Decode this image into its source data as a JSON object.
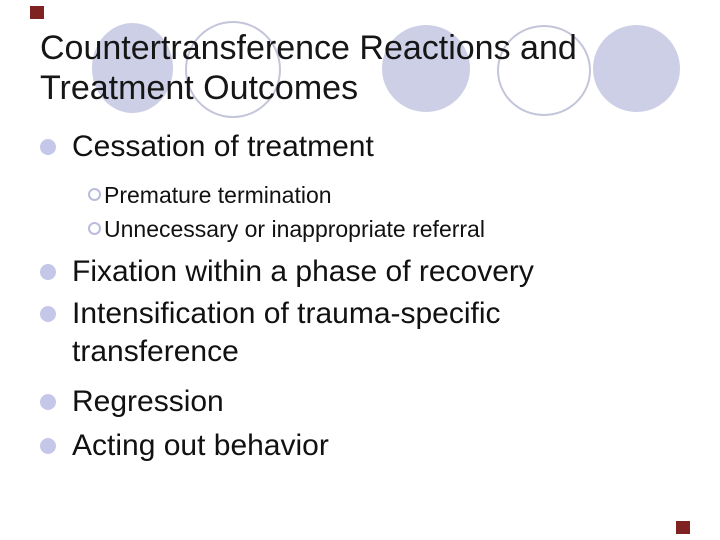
{
  "slide": {
    "title": {
      "line1": "Countertransference Reactions and",
      "line2": "Treatment Outcomes"
    },
    "bullets": [
      {
        "level": 1,
        "text": "Cessation of treatment"
      },
      {
        "level": 2,
        "text": "Premature termination"
      },
      {
        "level": 2,
        "text": "Unnecessary or inappropriate referral"
      },
      {
        "level": 1,
        "text": "Fixation within a phase of recovery"
      },
      {
        "level": 1,
        "text": "Intensification of trauma-specific transference"
      },
      {
        "level": 1,
        "text": "Regression"
      },
      {
        "level": 1,
        "text": "Acting out behavior"
      }
    ],
    "colors": {
      "background": "#FFFFFF",
      "text": "#111111",
      "title_text": "#161616",
      "bullet_fill": "#C5C7E9",
      "sub_bullet_outline": "#B9BCDC",
      "deco_circle_fill": "#CDCFE6",
      "deco_circle_outline": "#C3C5DA",
      "corner_accent": "#7E2222"
    },
    "decorations": {
      "circles": [
        {
          "style": "filled"
        },
        {
          "style": "outline"
        },
        {
          "style": "filled"
        },
        {
          "style": "outline"
        },
        {
          "style": "filled"
        }
      ],
      "corner_accents": [
        {
          "position": "top-left"
        },
        {
          "position": "bottom-right"
        }
      ]
    }
  }
}
